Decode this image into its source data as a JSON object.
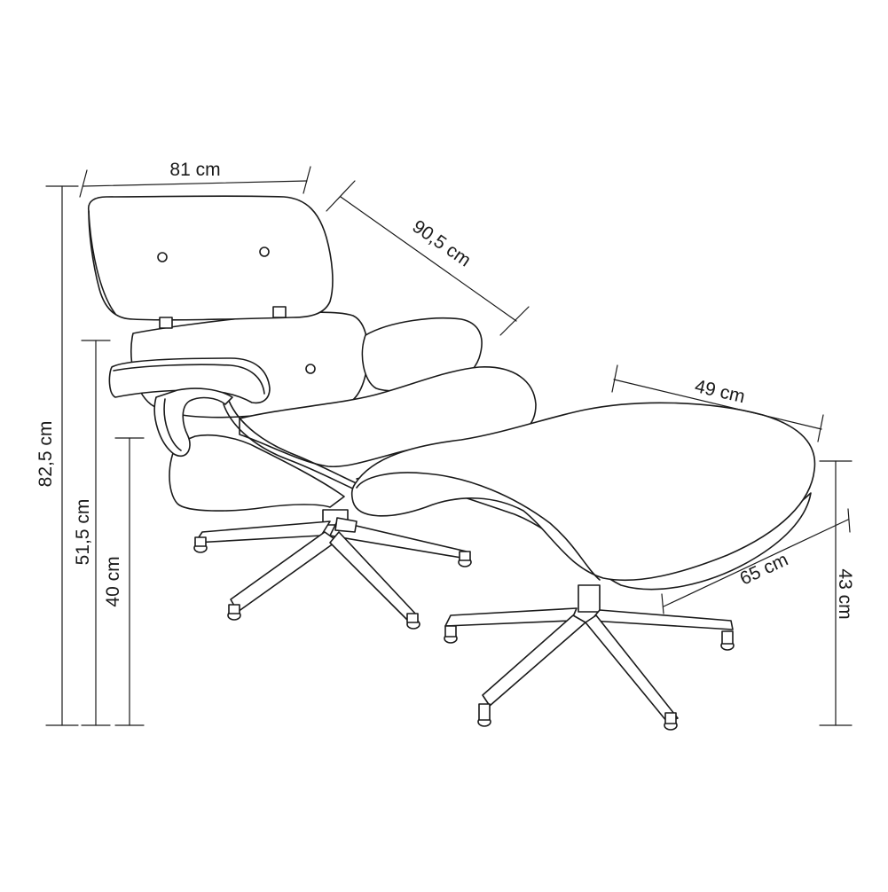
{
  "dimensions": {
    "chair_width": "81 cm",
    "chair_depth": "90,5 cm",
    "chair_height": "82,5 cm",
    "armrest_height": "51,5 cm",
    "seat_height": "40 cm",
    "ottoman_width": "49 cm",
    "ottoman_depth": "65 cm",
    "ottoman_height": "43 cm"
  },
  "colors": {
    "line": "#1a1a1a",
    "background": "#ffffff"
  }
}
